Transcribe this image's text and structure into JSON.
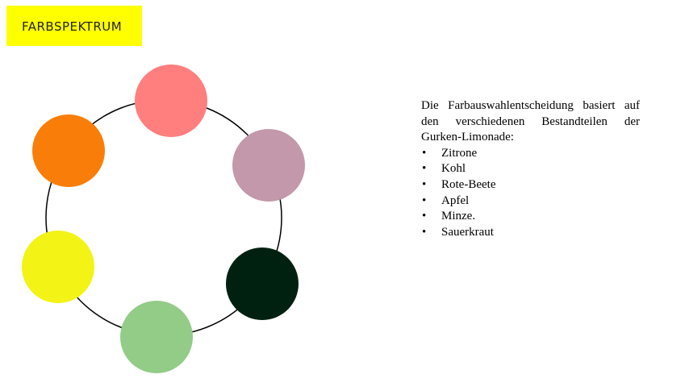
{
  "header": {
    "title": "FARBSPEKTRUM"
  },
  "colors": {
    "title_background": "#ffff00",
    "ring_stroke": "#000000"
  },
  "color_wheel": [
    {
      "name": "pink",
      "color": "#ff7e7e"
    },
    {
      "name": "mauve",
      "color": "#c298aa"
    },
    {
      "name": "dark-green",
      "color": "#002110"
    },
    {
      "name": "light-green",
      "color": "#92cc87"
    },
    {
      "name": "yellow",
      "color": "#f3f315"
    },
    {
      "name": "orange",
      "color": "#f97e09"
    }
  ],
  "description": {
    "intro": "Die Farbauswahlentscheidung basiert auf den verschiedenen Bestandteilen der Gurken-Limonade:",
    "items": [
      "Zitrone",
      "Kohl",
      "Rote-Beete",
      "Apfel",
      "Minze.",
      "Sauerkraut"
    ]
  }
}
